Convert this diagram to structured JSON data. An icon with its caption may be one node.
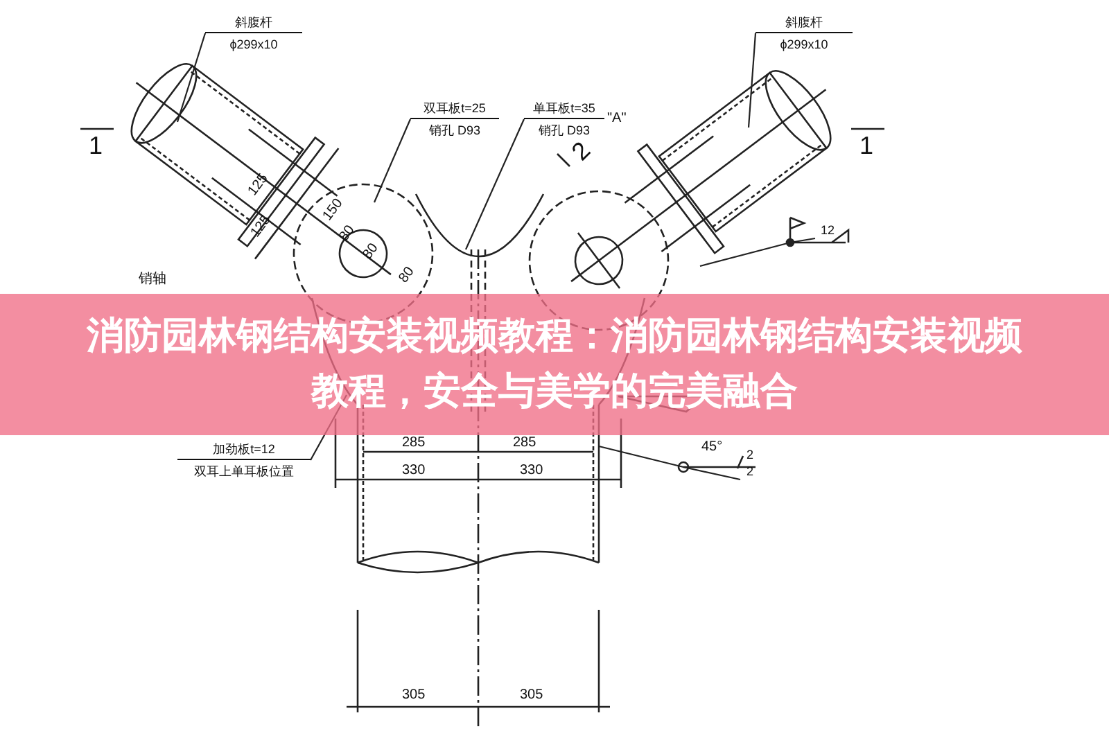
{
  "diagram": {
    "title": "消防园林钢结构安装视频教程：消防园林钢结构安装视频教程，安全与美学的完美融合",
    "nodes": [
      {
        "text": [
          "斜腹杆",
          "ϕ299x10"
        ]
      },
      {
        "text": [
          "斜腹杆",
          "ϕ299x10"
        ]
      },
      {
        "text": [
          "双耳板t=25",
          "销孔 D93"
        ]
      },
      {
        "text": [
          "单耳板t=35",
          "销孔 D93"
        ],
        "beside": [
          "\"A\""
        ]
      },
      {
        "text": [
          "加劲板t=12",
          "双耳上单耳板位置"
        ]
      },
      {
        "text": [
          "12"
        ]
      },
      {
        "text": [
          "2",
          "2"
        ]
      },
      {
        "text": [],
        "shape": "picture"
      },
      {
        "text": [],
        "shape": "picture"
      },
      {
        "text": [],
        "shape": "picture"
      },
      {
        "text": [],
        "shape": "picture"
      }
    ],
    "edges": [
      {
        "from": 0,
        "to": 7,
        "arrow": "none"
      },
      {
        "from": 1,
        "to": 8,
        "arrow": "none"
      },
      {
        "from": 2,
        "to": 9,
        "arrow": "none"
      },
      {
        "from": 3,
        "to": 9,
        "arrow": "none"
      },
      {
        "from": 4,
        "to": 9,
        "arrow": "none"
      },
      {
        "from": 5,
        "to": 8,
        "arrow": "none"
      },
      {
        "from": 6,
        "to": 10,
        "arrow": "none"
      }
    ],
    "labels": [
      "1",
      "1",
      "2",
      "125",
      "125",
      "150",
      "80",
      "80",
      "80",
      "销轴",
      "45°",
      "285",
      "285",
      "330",
      "330",
      "305",
      "305"
    ]
  }
}
